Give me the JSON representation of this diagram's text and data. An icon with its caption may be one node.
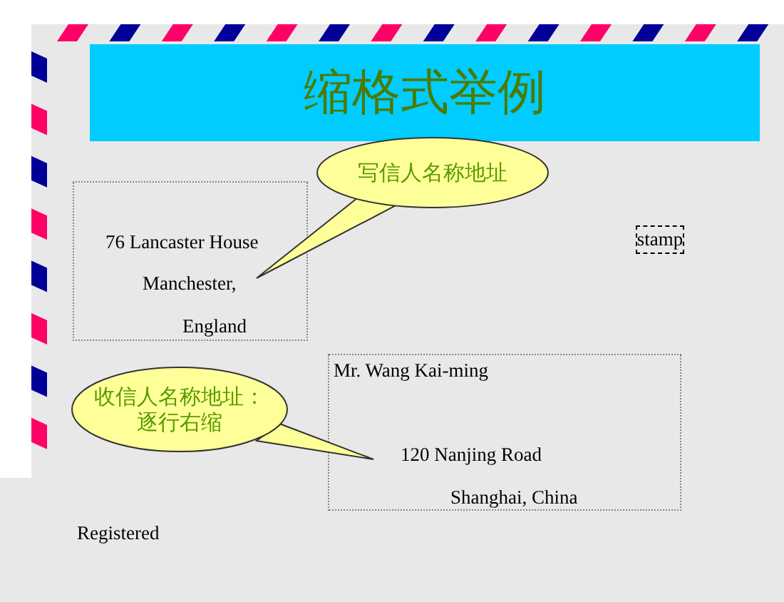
{
  "diagram": {
    "title": "缩格式举例",
    "nodes": [
      {
        "text": [
          "76 Lancaster House",
          "Manchester,",
          "England"
        ]
      },
      {
        "text": [
          "写信人名称地址"
        ]
      },
      {
        "text": [
          "stamp"
        ]
      },
      {
        "text": [
          "Mr. Wang Kai-ming",
          "120 Nanjing Road",
          "Shanghai, China"
        ]
      },
      {
        "text": [
          "收信人名称地址：逐行右缩"
        ]
      }
    ],
    "edges": [
      {
        "from": 1,
        "to": 0,
        "arrow": "none"
      },
      {
        "from": 4,
        "to": 3,
        "arrow": "none"
      }
    ],
    "labels": [
      "Registered"
    ]
  }
}
